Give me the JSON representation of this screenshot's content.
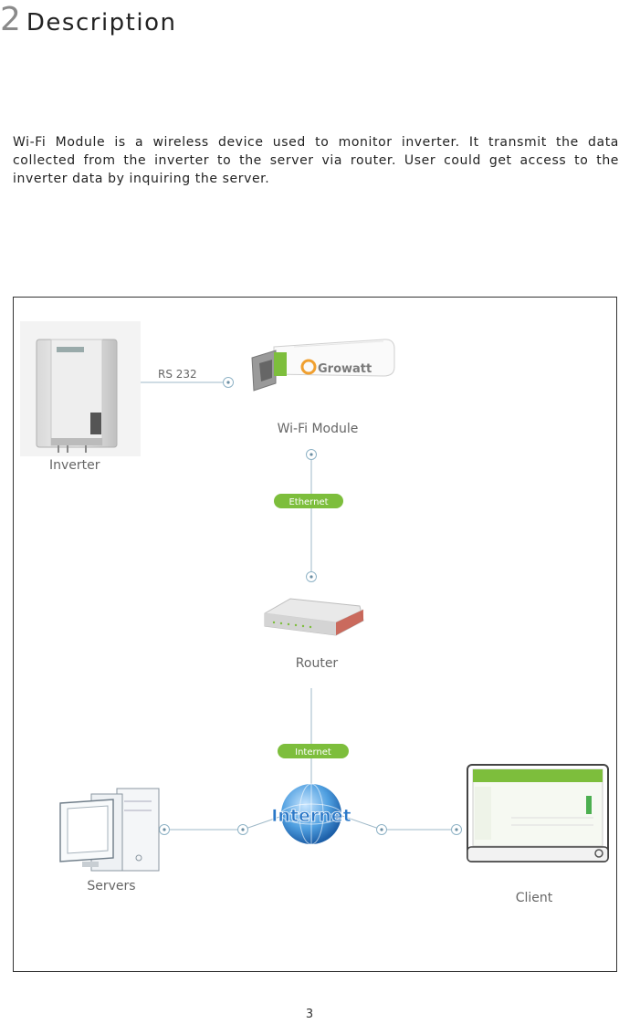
{
  "heading": {
    "number": "2",
    "title": "Description"
  },
  "description": "Wi-Fi Module is a wireless device used to monitor inverter. It transmit the data collected from the inverter to the server via router. User could get access to the inverter data by inquiring the server.",
  "diagram": {
    "nodes": {
      "inverter": "Inverter",
      "wifi_module": "Wi-Fi Module",
      "router": "Router",
      "servers": "Servers",
      "client": "Client",
      "internet": "Internet"
    },
    "links": {
      "rs232": "RS 232",
      "ethernet": "Ethernet",
      "internet": "Internet"
    },
    "brand": "Growatt",
    "colors": {
      "accent_green": "#7dbe3c",
      "line": "#9fb9c8",
      "globe": "#3d8fd1"
    }
  },
  "page_number": "3"
}
